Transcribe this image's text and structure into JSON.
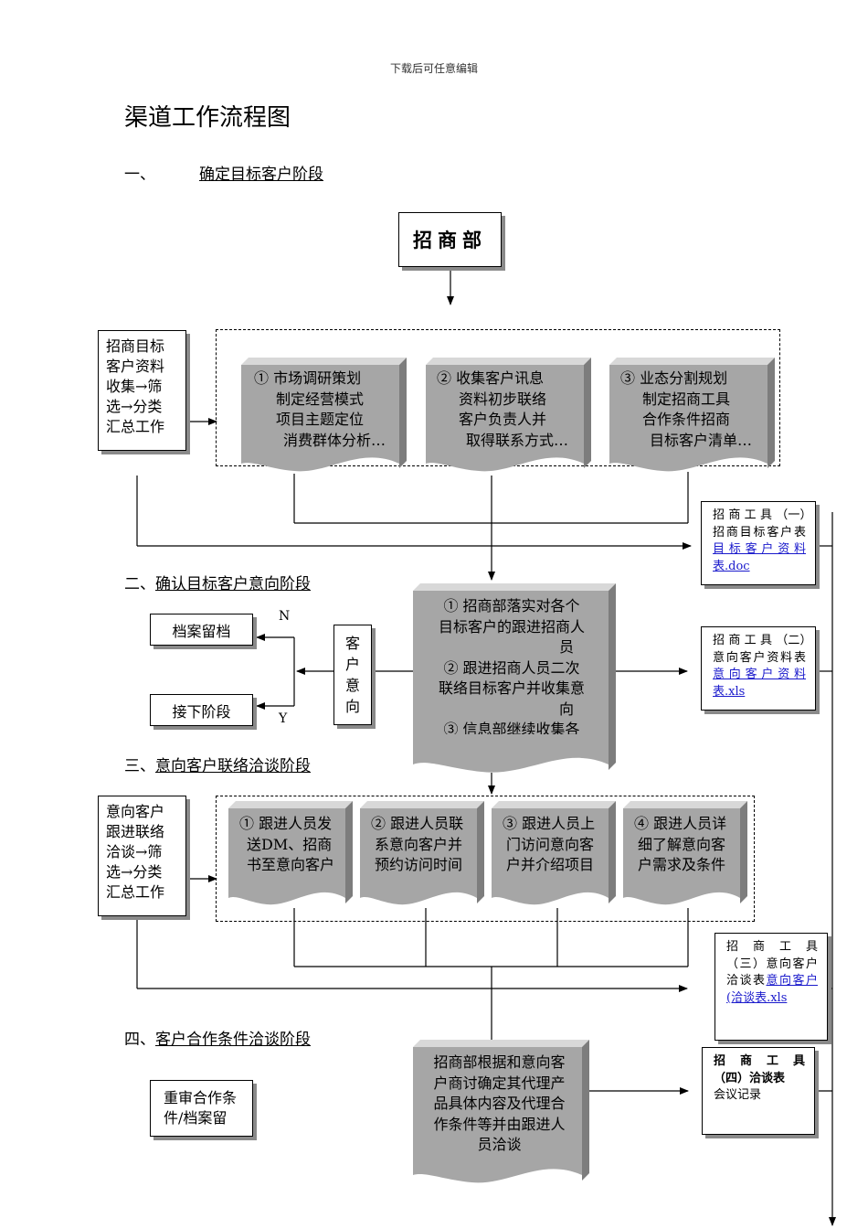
{
  "header_note": "下载后可任意编辑",
  "title": "渠道工作流程图",
  "sections": {
    "s1": {
      "num": "一、",
      "label": "确定目标客户阶段"
    },
    "s2": {
      "num": "二、",
      "label": "确认目标客户意向阶段"
    },
    "s3": {
      "num": "三、",
      "label": "意向客户联络洽谈阶段"
    },
    "s4": {
      "num": "四、",
      "label": "客户合作条件洽谈阶段"
    }
  },
  "dept": "招商部",
  "stage1": {
    "side": [
      "招商目标",
      "客户资料",
      "收集→筛",
      "选→分类",
      "汇总工作"
    ],
    "docs": [
      [
        "① 市场调研策划",
        "制定经营模式",
        "项目主题定位",
        "消费群体分析…"
      ],
      [
        "② 收集客户讯息",
        "资料初步联络",
        "客户负责人并",
        "取得联系方式…"
      ],
      [
        "③ 业态分割规划",
        "制定招商工具",
        "合作条件招商",
        "目标客户清单…"
      ]
    ],
    "tool": {
      "head": "招 商 工 具 （一）招商目标客户表",
      "link": "目标客户资料表.doc"
    }
  },
  "stage2": {
    "archive": "档案留档",
    "next": "接下阶段",
    "intent": [
      "客",
      "户",
      "意",
      "向"
    ],
    "n": "N",
    "y": "Y",
    "center": [
      "① 招商部落实对各个",
      "目标客户的跟进招商人",
      "员",
      "② 跟进招商人员二次",
      "联络目标客户并收集意",
      "向",
      "③ 信息部继续收集各"
    ],
    "tool": {
      "head": "招 商 工 具 （二）意向客户资料表",
      "link": "意向客户资料表.xls"
    }
  },
  "stage3": {
    "side": [
      "意向客户",
      "跟进联络",
      "洽谈→筛",
      "选→分类",
      "汇总工作"
    ],
    "docs": [
      [
        "① 跟进人员发",
        "送DM、招商",
        "书至意向客户"
      ],
      [
        "② 跟进人员联",
        "系意向客户并",
        "预约访问时间"
      ],
      [
        "③ 跟进人员上",
        "门访问意向客",
        "户并介绍项目"
      ],
      [
        "④ 跟进人员详",
        "细了解意向客",
        "户需求及条件"
      ]
    ],
    "tool": {
      "head": "招 商 工 具 （三）意向客户洽谈表",
      "link": "意向客户(洽谈表.xls"
    }
  },
  "stage4": {
    "review": [
      "重审合作条",
      "件/档案留"
    ],
    "center": [
      "招商部根据和意向客",
      "户商讨确定其代理产",
      "品具体内容及代理合",
      "作条件等并由跟进人",
      "员洽谈"
    ],
    "tool": {
      "head": "招 商 工 具 （四）洽谈表",
      "rest": "会议记录"
    }
  },
  "colors": {
    "doc_fill": "#a6a6a6",
    "shadow": "#8a8a8a",
    "link": "#1a1acc"
  }
}
